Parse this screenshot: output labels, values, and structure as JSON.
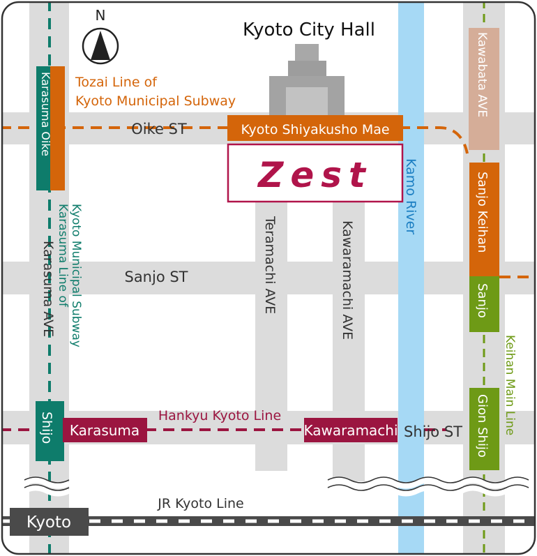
{
  "compass": {
    "label": "N"
  },
  "landmarks": {
    "city_hall": "Kyoto City Hall"
  },
  "destination": {
    "name": "Zest",
    "color": "#b0144a"
  },
  "streets": {
    "oike": "Oike ST",
    "sanjo": "Sanjo ST",
    "shijo": "Shijo ST",
    "karasuma_ave": "Karasuma AVE",
    "teramachi_ave": "Teramachi AVE",
    "kawaramachi_ave": "Kawaramachi AVE",
    "kawabata_ave": "Kawabata AVE"
  },
  "river": {
    "name": "Kamo River"
  },
  "lines": {
    "tozai": [
      "Tozai Line of",
      "Kyoto Municipal Subway"
    ],
    "karasuma": [
      "Karasuma Line of",
      "Kyoto Municipal Subway"
    ],
    "hankyu": "Hankyu Kyoto Line",
    "keihan": "Keihan Main Line",
    "jr": "JR Kyoto Line"
  },
  "stations": {
    "karasuma_oike": "Karasuma Oike",
    "kyoto_shiyakusho_mae": "Kyoto Shiyakusho Mae",
    "sanjo_keihan": "Sanjo Keihan",
    "sanjo": "Sanjo",
    "shijo": "Shijo",
    "karasuma": "Karasuma",
    "kawaramachi": "Kawaramachi",
    "gion_shijo": "Gion Shijo",
    "kyoto": "Kyoto"
  },
  "colors": {
    "tozai": "#d4650a",
    "karasuma_line": "#0e7c6b",
    "hankyu": "#9b1540",
    "keihan": "#6e9a16",
    "kawabata": "#d5ad98",
    "river": "#a6d9f5",
    "road": "#dcdcdc",
    "jr": "#4a4a4a"
  }
}
